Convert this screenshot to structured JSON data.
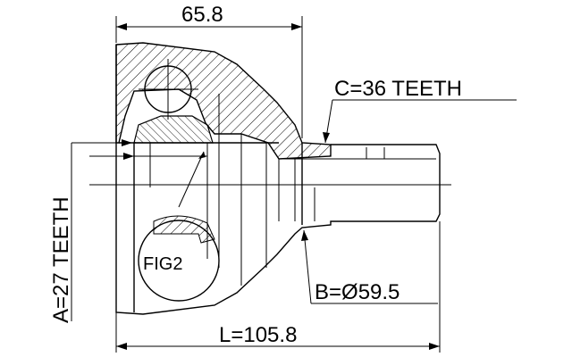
{
  "dimensions": {
    "top_length": "65.8",
    "total_length": "L=105.8",
    "outer_diameter": "B=Ø59.5",
    "outer_spline": "C=36 TEETH",
    "inner_spline": "A=27 TEETH"
  },
  "callout": {
    "fig": "FIG2"
  }
}
